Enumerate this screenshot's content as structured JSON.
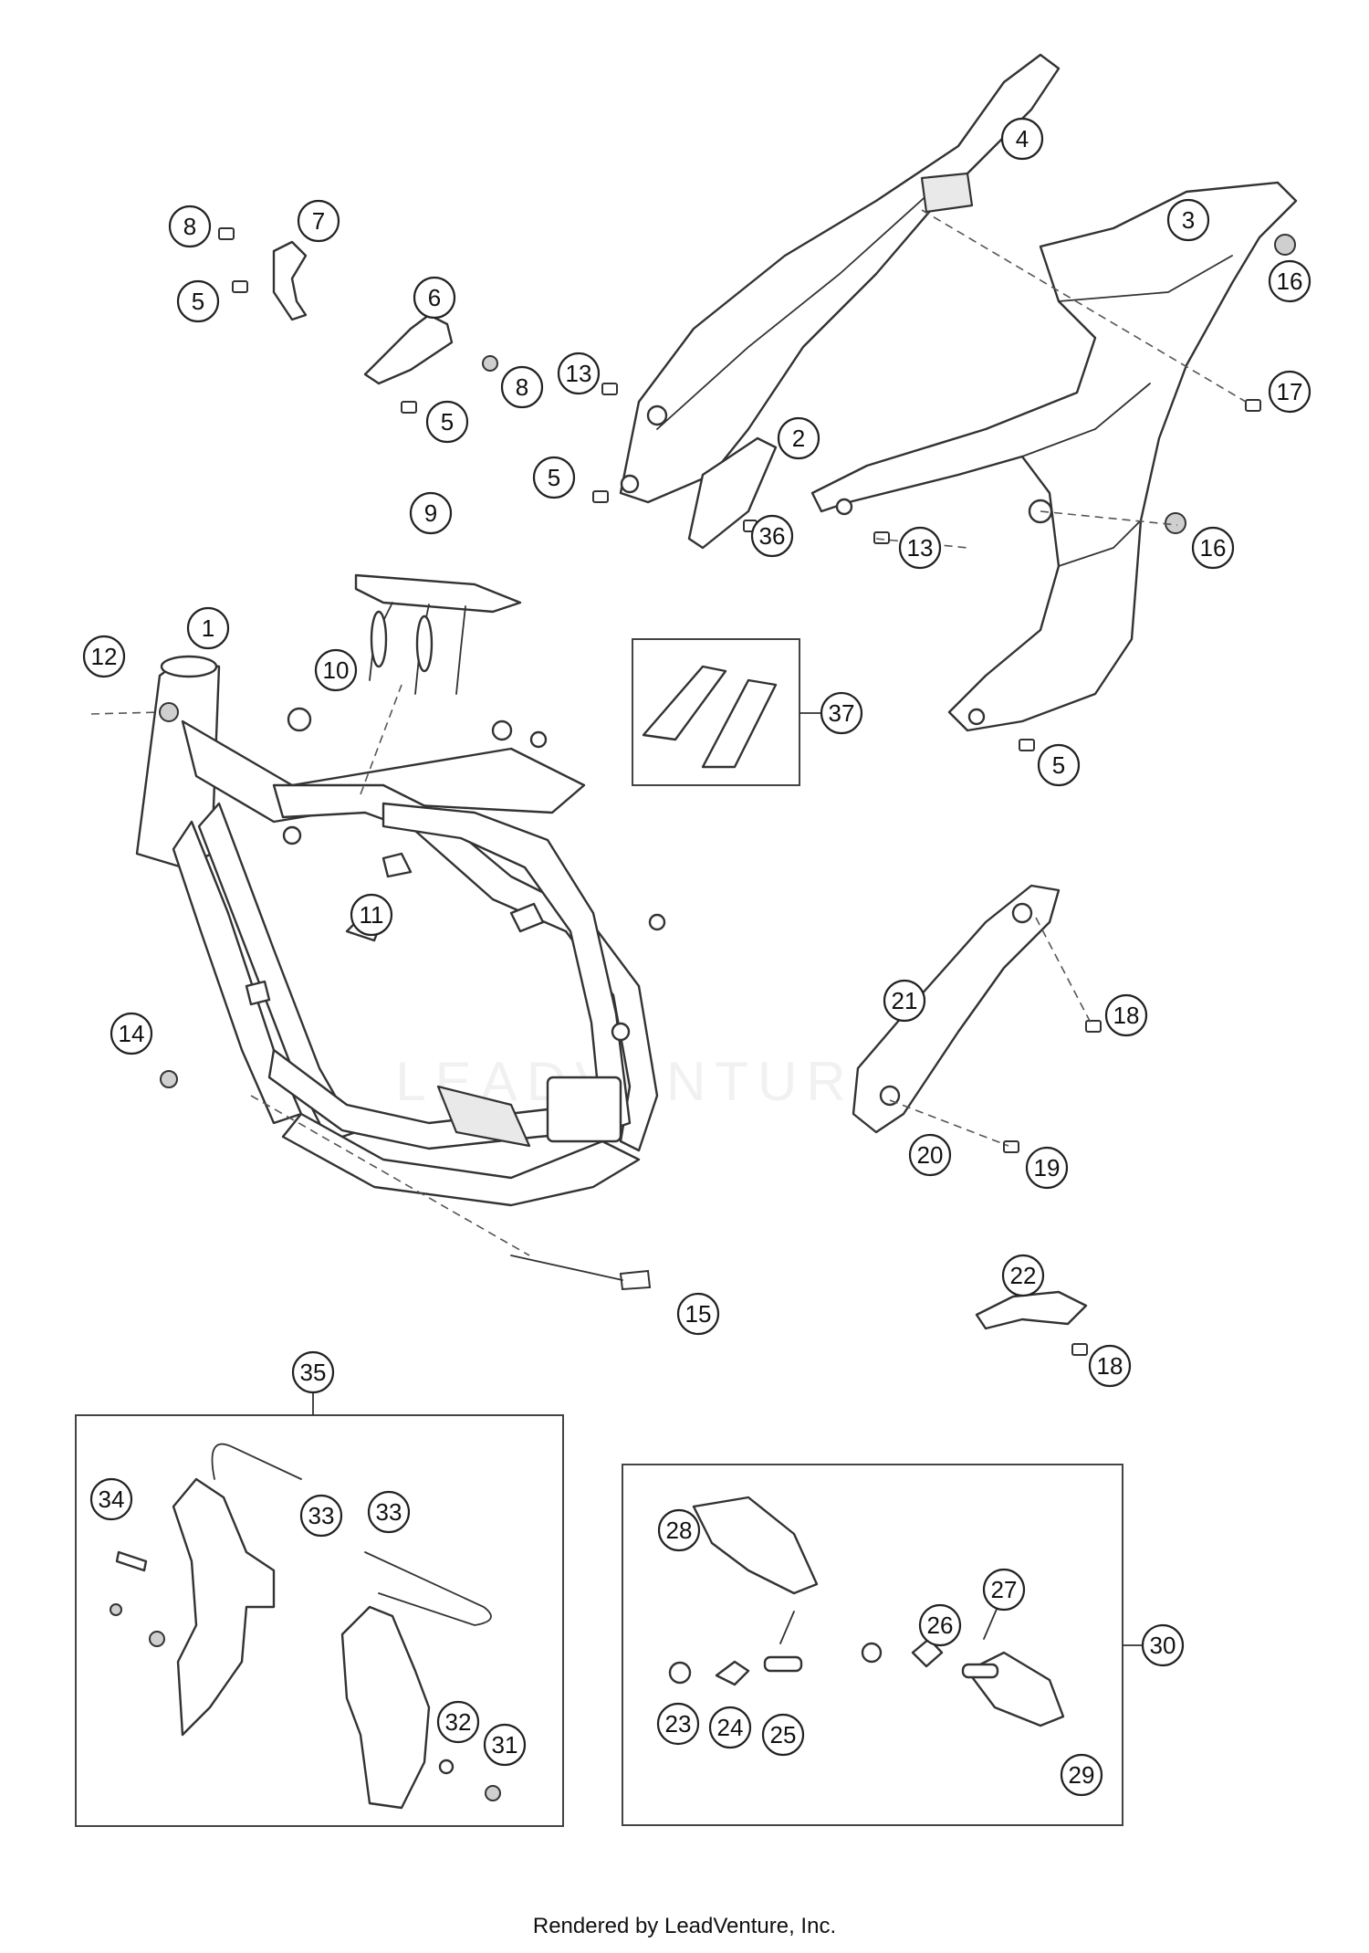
{
  "watermark": {
    "text": "LEADVENTURE"
  },
  "footer": {
    "text": "Rendered by LeadVenture, Inc."
  },
  "callouts": {
    "c1": "1",
    "c2": "2",
    "c3": "3",
    "c4": "4",
    "c5a": "5",
    "c5b": "5",
    "c5c": "5",
    "c5d": "5",
    "c6": "6",
    "c7": "7",
    "c8a": "8",
    "c8b": "8",
    "c9": "9",
    "c10": "10",
    "c11": "11",
    "c12": "12",
    "c13a": "13",
    "c13b": "13",
    "c14": "14",
    "c15": "15",
    "c16a": "16",
    "c16b": "16",
    "c17": "17",
    "c18a": "18",
    "c18b": "18",
    "c19": "19",
    "c20": "20",
    "c21": "21",
    "c22": "22",
    "c23": "23",
    "c24": "24",
    "c25": "25",
    "c26": "26",
    "c27": "27",
    "c28": "28",
    "c29": "29",
    "c30": "30",
    "c31": "31",
    "c32": "32",
    "c33a": "33",
    "c33b": "33",
    "c34": "34",
    "c35": "35",
    "c36": "36",
    "c37": "37"
  }
}
